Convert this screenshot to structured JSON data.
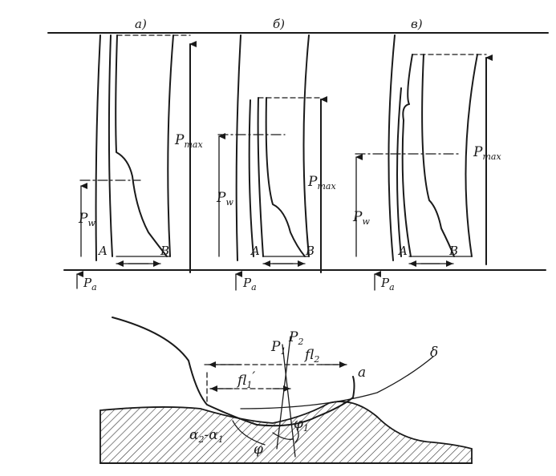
{
  "top": {
    "panels": [
      {
        "id": "a",
        "letter": "a)",
        "p_max": "P",
        "p_max_sub": "max",
        "p_w": "P",
        "p_w_sub": "w",
        "p_a": "P",
        "p_a_sub": "a",
        "point_a": "A",
        "point_b": "B"
      },
      {
        "id": "b",
        "letter": "б)",
        "p_max": "P",
        "p_max_sub": "max",
        "p_w": "P",
        "p_w_sub": "w",
        "p_a": "P",
        "p_a_sub": "a",
        "point_a": "A",
        "point_b": "B"
      },
      {
        "id": "c",
        "letter": "в)",
        "p_max": "P",
        "p_max_sub": "max",
        "p_w": "P",
        "p_w_sub": "w",
        "p_a": "P",
        "p_a_sub": "a",
        "point_a": "A",
        "point_b": "B"
      }
    ]
  },
  "bottom": {
    "p1": "P",
    "p1_sub": "1",
    "p2": "P",
    "p2_sub": "2",
    "fl2": "fl",
    "fl2_sub": "2",
    "fl1": "fl",
    "fl1_sub": "1",
    "fl1_prime": "′",
    "label_a": "a",
    "label_delta": "δ",
    "alpha_diff_a": "α",
    "alpha_diff_a_sub": "2",
    "alpha_diff_minus": "-",
    "alpha_diff_b": "α",
    "alpha_diff_b_sub": "1",
    "phi": "φ",
    "phi1": "φ",
    "phi1_sub": "1"
  }
}
